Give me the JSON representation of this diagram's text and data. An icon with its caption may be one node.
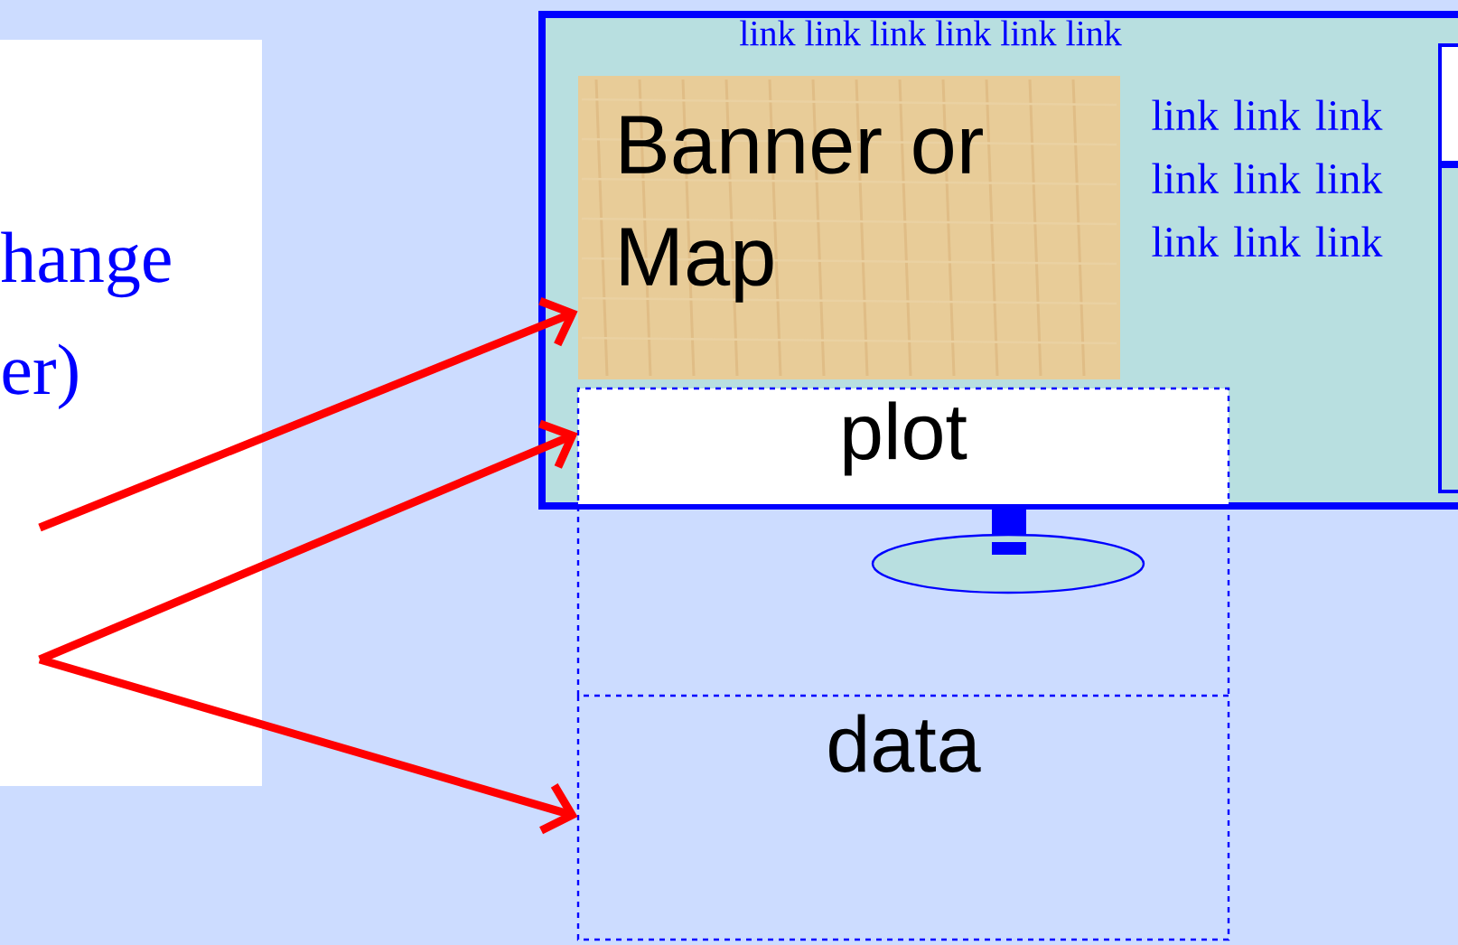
{
  "diagram": {
    "nodes": [
      {
        "text": [
          "hange er)"
        ]
      },
      {
        "text": [
          "link link link link link link",
          "link link link link link link link link link"
        ]
      },
      {
        "text": [
          "Banner or Map"
        ],
        "in": 1
      },
      {
        "text": [
          "plot"
        ]
      },
      {
        "text": [
          "data"
        ]
      }
    ],
    "edges": [
      {
        "from": 0,
        "to": 2,
        "arrow": "to"
      },
      {
        "from": 0,
        "to": 3,
        "arrow": "to"
      },
      {
        "from": 0,
        "to": 4,
        "arrow": "to"
      }
    ]
  }
}
